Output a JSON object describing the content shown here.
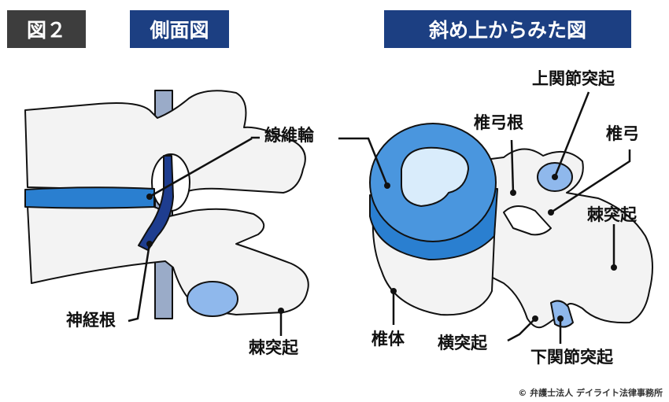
{
  "tags": {
    "figure": "図２",
    "side_view": "側面図",
    "oblique_view": "斜め上からみた図"
  },
  "labels": {
    "annulus": "線維輪",
    "nerve_root": "神経根",
    "spinous_process_side": "棘突起",
    "superior_articular_process": "上関節突起",
    "pedicle": "椎弓根",
    "lamina": "椎弓",
    "spinous_process_oblique": "棘突起",
    "vertebral_body": "椎体",
    "transverse_process": "横突起",
    "inferior_articular_process": "下関節突起"
  },
  "copyright": "© 弁護士法人 デイライト法律事務所",
  "colors": {
    "dark_tag": "#3d3d3d",
    "blue_tag": "#1c3f82",
    "bone_fill": "#f3f3f3",
    "disc_blue": "#2a7fd0",
    "light_blue": "#8fb8ec",
    "nerve_navy": "#1e3d8f",
    "cord_gray": "#9aabc8"
  }
}
